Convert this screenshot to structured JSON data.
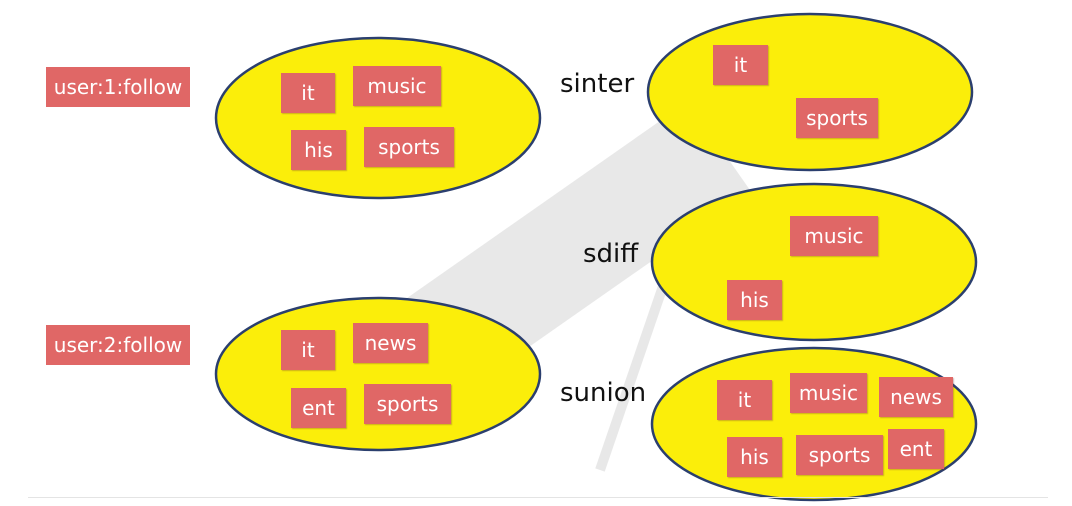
{
  "sets": {
    "user1": {
      "label": "user:1:follow",
      "members": [
        "it",
        "music",
        "his",
        "sports"
      ]
    },
    "user2": {
      "label": "user:2:follow",
      "members": [
        "it",
        "news",
        "ent",
        "sports"
      ]
    }
  },
  "operations": {
    "sinter": {
      "label": "sinter",
      "members": [
        "it",
        "sports"
      ]
    },
    "sdiff": {
      "label": "sdiff",
      "members": [
        "music",
        "his"
      ]
    },
    "sunion": {
      "label": "sunion",
      "members": [
        "it",
        "music",
        "news",
        "his",
        "sports",
        "ent"
      ]
    }
  },
  "colors": {
    "ellipse_fill": "#fbee0a",
    "ellipse_stroke": "#2b3f6e",
    "tag_fill": "#e06766",
    "tag_text": "#ffffff",
    "watermark": "#8a8a8a"
  }
}
